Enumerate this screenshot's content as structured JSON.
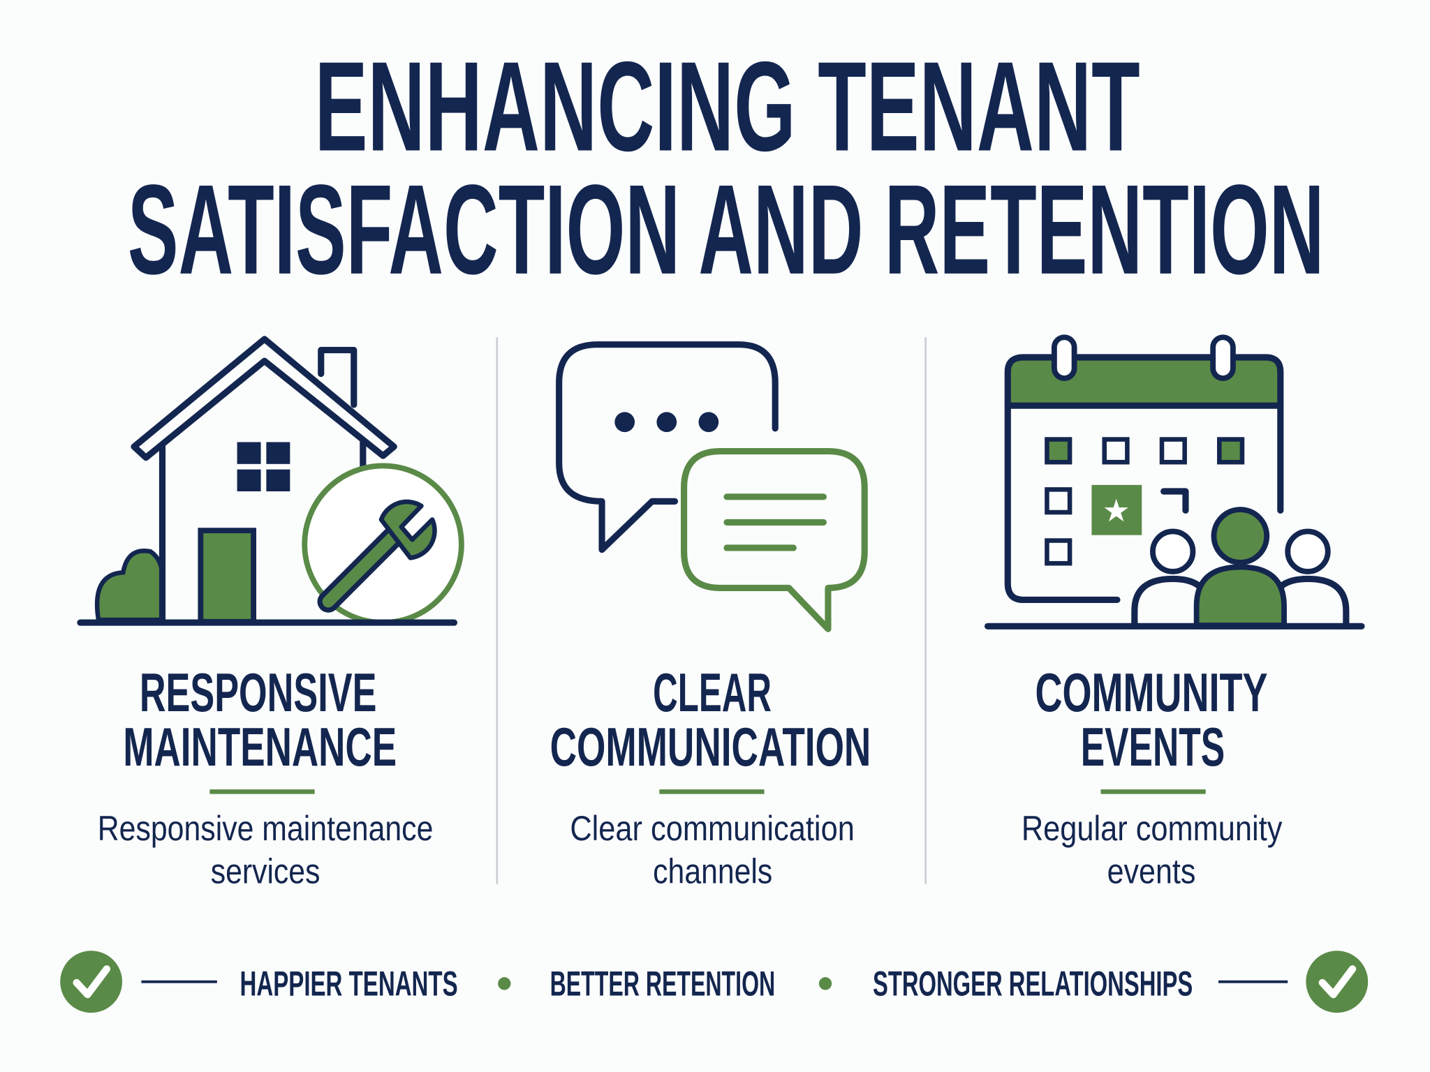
{
  "title": {
    "line1": "ENHANCING TENANT",
    "line2": "SATISFACTION AND RETENTION"
  },
  "colors": {
    "navy": "#13264f",
    "green": "#5a8a47",
    "divider": "#c8ccd4",
    "background": "#fbfcfc"
  },
  "columns": [
    {
      "icon": "house-wrench-icon",
      "heading1": "RESPONSIVE",
      "heading2": "MAINTENANCE",
      "desc1": "Responsive maintenance",
      "desc2": "services"
    },
    {
      "icon": "chat-bubbles-icon",
      "heading1": "CLEAR",
      "heading2": "COMMUNICATION",
      "desc1": "Clear communication",
      "desc2": "channels"
    },
    {
      "icon": "calendar-people-icon",
      "heading1": "COMMUNITY",
      "heading2": "EVENTS",
      "desc1": "Regular community",
      "desc2": "events"
    }
  ],
  "footer": {
    "items": [
      "HAPPIER TENANTS",
      "BETTER RETENTION",
      "STRONGER RELATIONSHIPS"
    ],
    "icon": "check-circle-icon"
  }
}
